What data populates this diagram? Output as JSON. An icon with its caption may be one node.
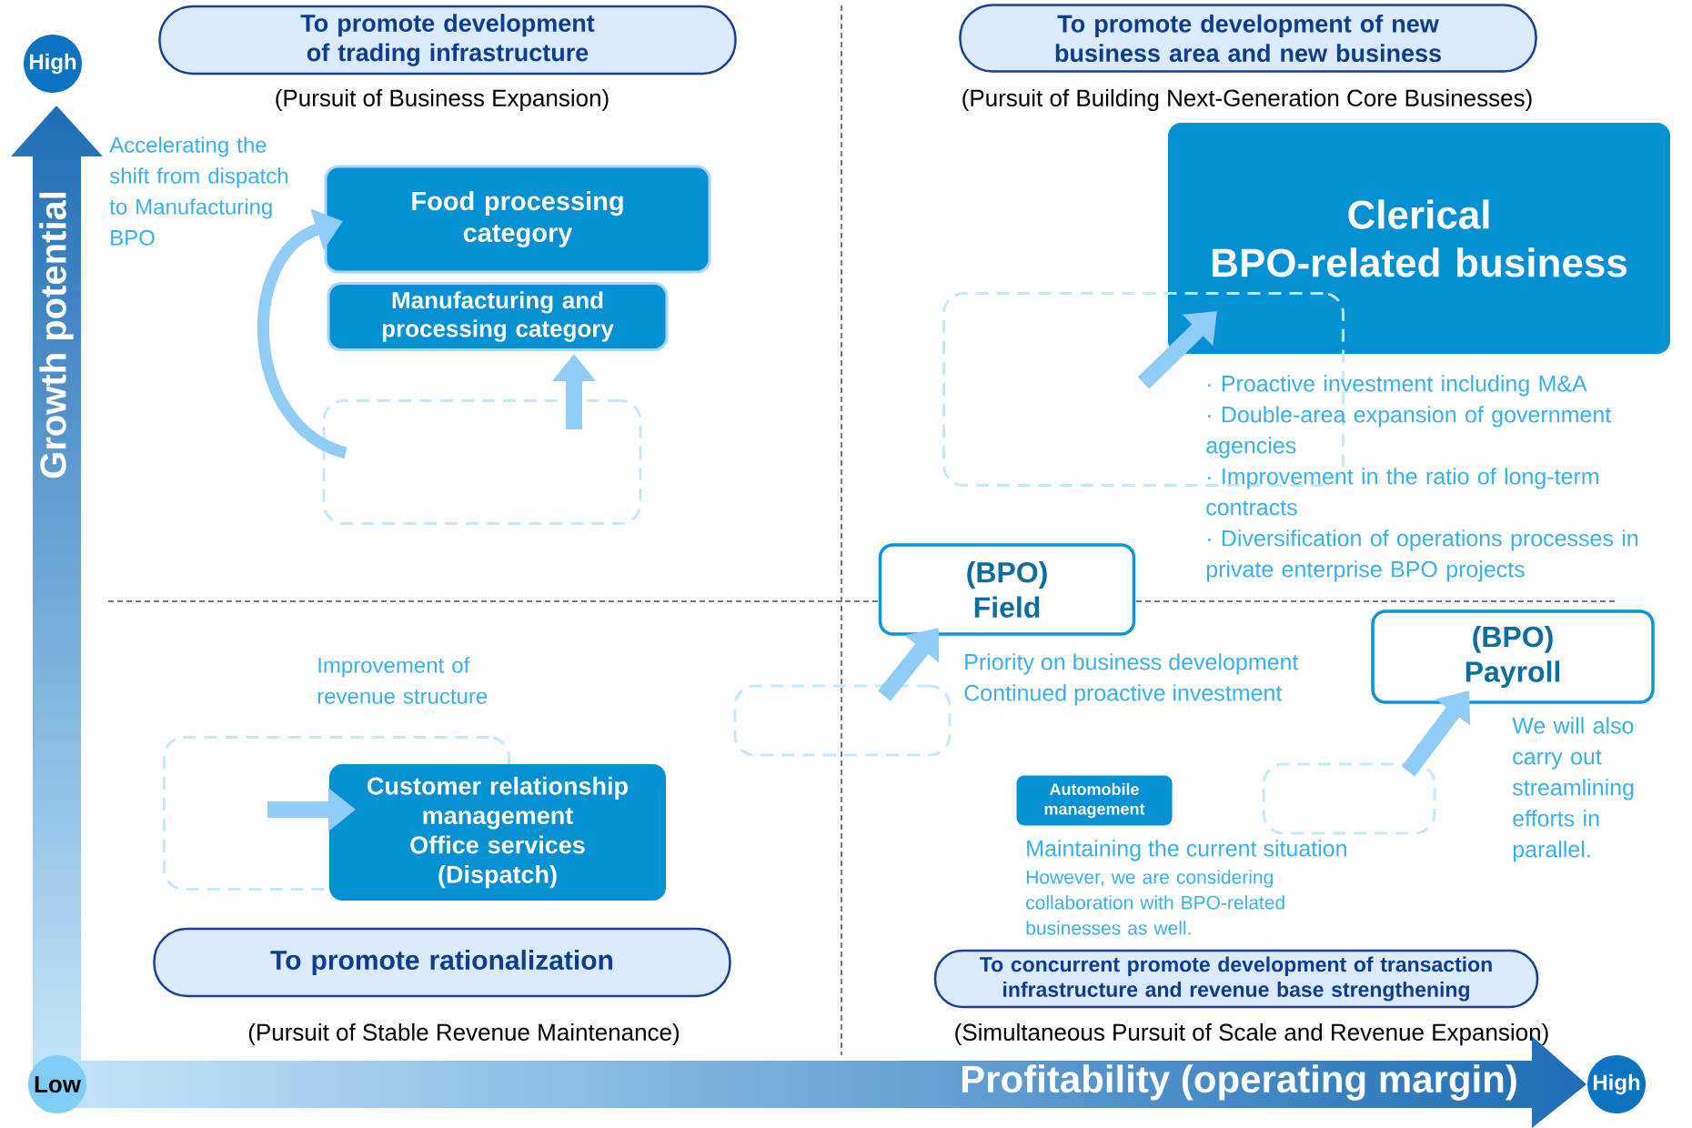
{
  "diagram": {
    "nodes": [
      {
        "text": [
          "To promote development of trading infrastructure"
        ],
        "beside": [
          "(Pursuit of Business Expansion)"
        ]
      },
      {
        "text": [
          "To promote development of new business area and new business"
        ],
        "beside": [
          "(Pursuit of Building Next-Generation Core Businesses)"
        ]
      },
      {
        "text": [
          "Food processing category"
        ]
      },
      {
        "text": [
          "Manufacturing and processing category"
        ]
      },
      {
        "text": [],
        "shape": "box"
      },
      {
        "text": [
          "Clerical",
          "BPO-related business"
        ],
        "beside": [
          "· Proactive investment including M&A",
          "· Double-area expansion of government agencies",
          "· Improvement in the ratio of long-term contracts",
          "· Diversification of operations processes in private enterprise BPO projects"
        ]
      },
      {
        "text": [],
        "shape": "box"
      },
      {
        "text": [
          "(BPO) Field"
        ],
        "beside": [
          "Priority on business development",
          "Continued proactive investment"
        ]
      },
      {
        "text": [],
        "shape": "box"
      },
      {
        "text": [
          "(BPO) Payroll"
        ],
        "beside": [
          "We will also carry out streamlining efforts in parallel."
        ]
      },
      {
        "text": [],
        "shape": "box"
      },
      {
        "text": [
          "Automobile management"
        ],
        "beside": [
          "Maintaining the current situation",
          "However, we are considering collaboration with BPO-related businesses as well."
        ]
      },
      {
        "text": [],
        "shape": "box"
      },
      {
        "text": [
          "Customer relationship management",
          "Office services (Dispatch)"
        ]
      },
      {
        "text": [
          "To promote rationalization"
        ],
        "beside": [
          "(Pursuit of Stable Revenue Maintenance)"
        ]
      },
      {
        "text": [
          "To concurrent promote development of transaction infrastructure and revenue base strengthening"
        ],
        "beside": [
          "(Simultaneous Pursuit of Scale and Revenue Expansion)"
        ]
      }
    ],
    "edges": [
      {
        "from": 4,
        "to": 2,
        "arrow": "to"
      },
      {
        "from": 4,
        "to": 3,
        "arrow": "to"
      },
      {
        "from": 6,
        "to": 5,
        "arrow": "to"
      },
      {
        "from": 8,
        "to": 7,
        "arrow": "to"
      },
      {
        "from": 10,
        "to": 9,
        "arrow": "to"
      },
      {
        "from": 12,
        "to": 13,
        "arrow": "to"
      }
    ],
    "labels": [
      "High",
      "Growth potential",
      "Accelerating the shift from dispatch to Manufacturing BPO",
      "Improvement of revenue structure",
      "Low",
      "Profitability (operating margin)",
      "High"
    ]
  }
}
